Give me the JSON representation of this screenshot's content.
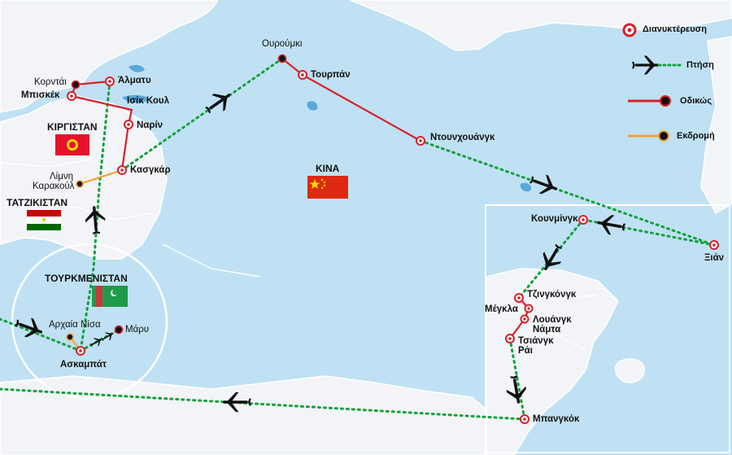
{
  "countries": {
    "kyrgyzstan": "ΚΙΡΓΙΣΤΑΝ",
    "tajikistan": "ΤΑΤΖΙΚΙΣΤΑΝ",
    "turkmenistan": "ΤΟΥΡΚΜΕΝΙΣΤΑΝ",
    "china": "ΚΙΝΑ"
  },
  "cities": {
    "urumqi": "Ουρούμκι",
    "turpan": "Τουρπάν",
    "dunhuang": "Ντουνχουάνγκ",
    "xian": "Ξιάν",
    "kunming": "Κουνμίνγκ",
    "jinghong": "Τζινγκόνγκ",
    "mengla": "Μέγκλα",
    "luang_namtha": "Λουάνγκ\nΝάμτα",
    "chiang_rai": "Τσιάνγκ\nΡάι",
    "bangkok": "Μπανγκόκ",
    "kordai": "Κορντάι",
    "almaty": "Άλματυ",
    "bishkek": "Μπισκέκ",
    "issyk_kul": "Ισίκ Κουλ",
    "naryn": "Ναρίν",
    "kashgar": "Κασγκάρ",
    "karakul_lake": "Λίμνη\nΚαρακούλ",
    "nisa": "Αρχαία Νίσα",
    "merv": "Μάρυ",
    "ashgabat": "Ασκαμπάτ"
  },
  "legend": {
    "overnight": "Διανυκτέρευση",
    "flight": "Πτήση",
    "road": "Οδικώς",
    "excursion": "Εκδρομή"
  },
  "colors": {
    "water": "#bfe1f3",
    "land": "#f2f4f7",
    "border": "#ffffff",
    "flight": "#14a03c",
    "road": "#d9202b",
    "excursion": "#f2a33a",
    "flag_china": "#de2910",
    "flag_kyrgyzstan": "#e8112d",
    "flag_turkmenistan": "#1f9a4b"
  }
}
